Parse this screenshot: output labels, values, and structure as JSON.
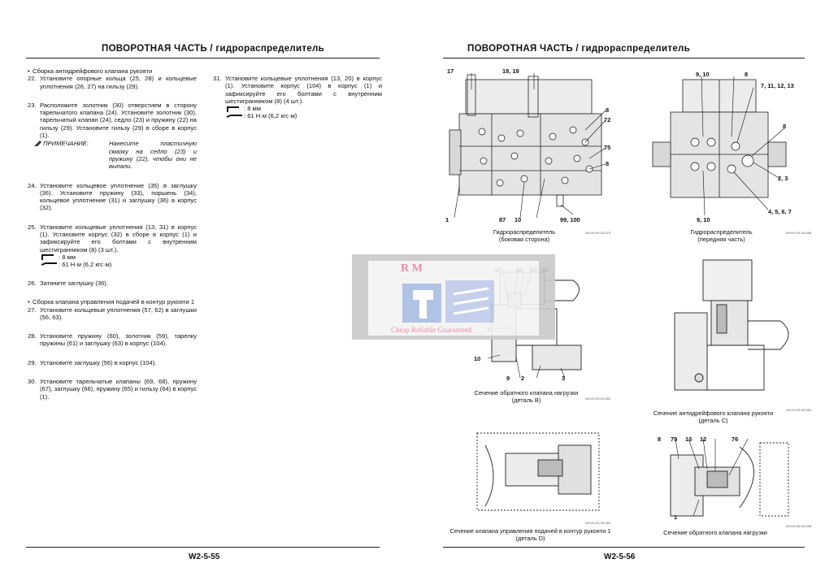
{
  "header": {
    "left_title": "ПОВОРОТНАЯ ЧАСТЬ / гидрораспределитель",
    "right_title": "ПОВОРОТНАЯ ЧАСТЬ / гидрораспределитель"
  },
  "footer": {
    "left_page": "W2-5-55",
    "right_page": "W2-5-56"
  },
  "left_col1": {
    "bullet1": "Сборка антидрейфового клапана рукояти",
    "s22_n": "22.",
    "s22": "Установите опорные кольца (25, 28) и кольцевые уплотнения (26, 27) на гильзу (29).",
    "s23_n": "23.",
    "s23": "Расположите золотник (30) отверстием в сторону тарельчатого клапана (24). Установите золотник (30), тарельчатый клапан (24), седло (23) и пружину (22) на гильзу (29). Установите гильзу (29) в сборе в корпус (1).",
    "note_label": "ПРИМЕЧАНИЕ:",
    "note": "Нанесите пластичную смазку на седло (23) и пружину (22), чтобы они не выпали.",
    "s24_n": "24.",
    "s24": "Установите кольцевое уплотнение (35) в заглушку (36). Установите пружину (33), поршень (34), кольцевое уплотнение (31) и заглушку (36) в корпус (32).",
    "s25_n": "25.",
    "s25": "Установите кольцевые уплотнения (13, 31) в корпус (1). Установите корпус (32) в сборе в корпус (1) и зафиксируйте его болтами с внутренним шестигранником (8) (3 шт.).",
    "s25_spec1": ": 8 мм",
    "s25_spec2": ": 61 Н·м (6,2 кгс·м)",
    "s26_n": "26.",
    "s26": "Затяните заглушку (36).",
    "bullet2": "Сборка клапана управления подачей в контур рукояти 1",
    "s27_n": "27.",
    "s27": "Установите кольцевые уплотнения (57, 62) в заглушки (56, 63).",
    "s28_n": "28.",
    "s28": "Установите пружину (60), золотник (59), тарелку пружины (61) и заглушку (63) в корпус (104).",
    "s29_n": "29.",
    "s29": "Установите заглушку (56) в корпус (104).",
    "s30_n": "30.",
    "s30": "Установите тарельчатые клапаны (69, 68), пружину (67), заглушку (66), пружину (65) и гильзу (64) в корпус (1)."
  },
  "left_col2": {
    "s31_n": "31.",
    "s31": "Установите кольцевые уплотнения (13, 20) в корпус (1). Установите корпус (104) в корпус (1) и зафиксируйте его болтами с внутренним шестигранником (8) (4 шт.).",
    "spec1": ": 8 мм",
    "spec2": ": 61 Н·м (6,2 кгс·м)"
  },
  "figures": {
    "f1_caption_1": "Гидрораспределитель",
    "f1_caption_2": "(боковая сторона)",
    "f1_code": "W1VH-03-03-073",
    "f1_labels": [
      "17",
      "18, 19",
      "8",
      "72",
      "75",
      "8",
      "1",
      "87",
      "10",
      "99, 100"
    ],
    "f2_caption_1": "Гидрораспределитель",
    "f2_caption_2": "(передняя часть)",
    "f2_code": "W1VH-03-03-066",
    "f2_labels": [
      "9, 10",
      "8",
      "7, 11, 12, 13",
      "8",
      "2, 3",
      "9, 10",
      "4, 5, 6, 7"
    ],
    "f3_caption_1": "Сечение обратного клапана нагрузки",
    "f3_caption_2": "(деталь В)",
    "f3_code": "W1VH-03-03-052",
    "f3_labels": [
      "87",
      "88",
      "89",
      "90",
      "1",
      "10",
      "9",
      "2",
      "3"
    ],
    "f4_caption_1": "Сечение антидрейфового клапана рукояти",
    "f4_caption_2": "(деталь С)",
    "f4_code": "W1VH-03-03-054",
    "f5_caption_1": "Сечение клапана управления подачей в контур рукояти 1",
    "f5_caption_2": "(деталь D)",
    "f5_code": "W1VH-03-03-053",
    "f6_caption_1": "Сечение обратного клапана нагрузки",
    "f6_code": "W1VH-03-03-055",
    "f6_labels": [
      "8",
      "75",
      "13",
      "12",
      "76",
      "1"
    ]
  },
  "watermark": {
    "brand": "R M",
    "slogan": "Cheap Reliable Guaranteed"
  }
}
